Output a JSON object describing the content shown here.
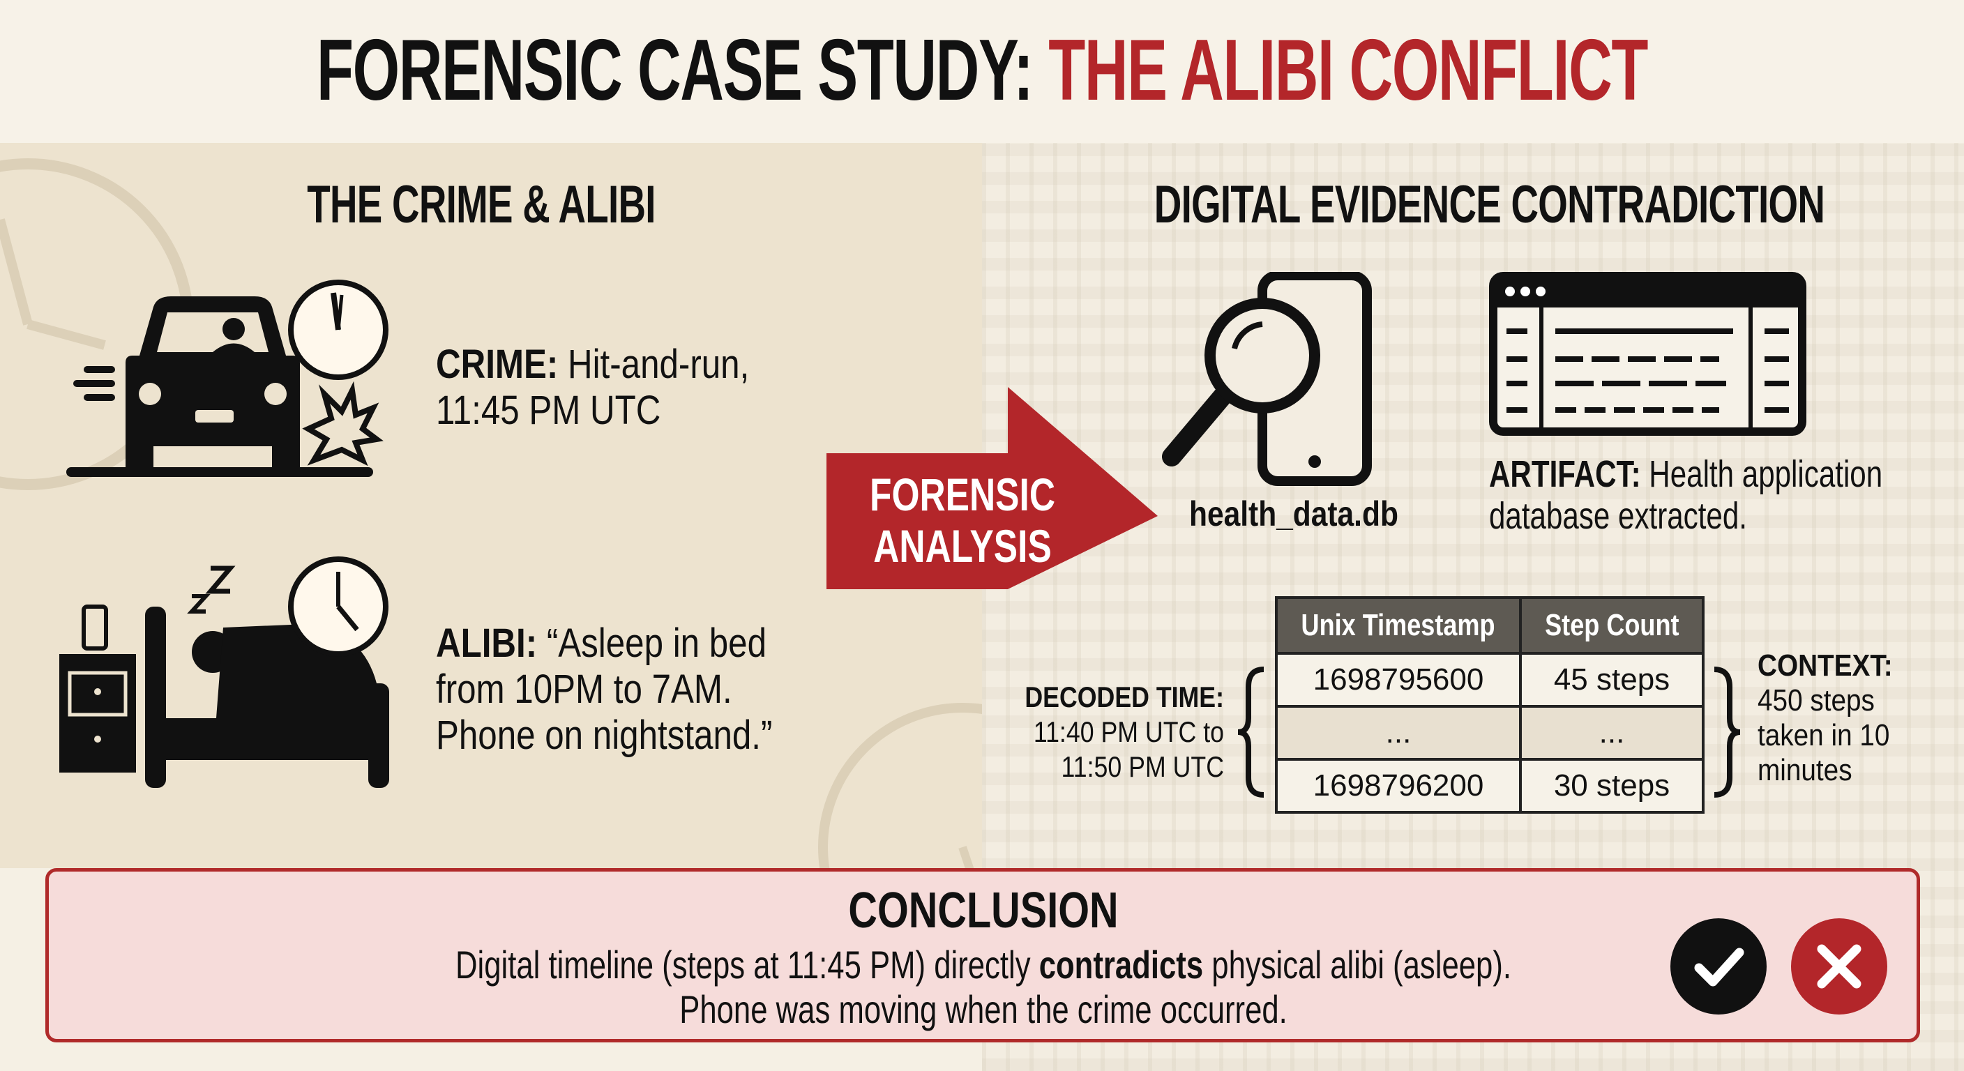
{
  "title": {
    "part1": "FORENSIC CASE STUDY:",
    "part2": "THE ALIBI CONFLICT"
  },
  "left": {
    "heading": "THE CRIME & ALIBI",
    "crime": {
      "label": "CRIME:",
      "line1": "Hit-and-run,",
      "line2": "11:45 PM UTC"
    },
    "alibi": {
      "label": "ALIBI:",
      "line1": "“Asleep in bed",
      "line2": "from 10PM to 7AM.",
      "line3": "Phone on nightstand.”"
    }
  },
  "arrow": {
    "line1": "FORENSIC",
    "line2": "ANALYSIS"
  },
  "right": {
    "heading": "DIGITAL EVIDENCE CONTRADICTION",
    "file": "health_data.db",
    "artifact": {
      "label": "ARTIFACT:",
      "line1": "Health application",
      "line2": "database extracted."
    },
    "decoded": {
      "label": "DECODED TIME:",
      "line1": "11:40 PM UTC to",
      "line2": "11:50 PM UTC"
    },
    "context": {
      "label": "CONTEXT:",
      "line1": "450 steps",
      "line2": "taken in 10",
      "line3": "minutes"
    },
    "table": {
      "headers": [
        "Unix Timestamp",
        "Step Count"
      ],
      "rows": [
        [
          "1698795600",
          "45 steps"
        ],
        [
          "...",
          "..."
        ],
        [
          "1698796200",
          "30 steps"
        ]
      ]
    }
  },
  "conclusion": {
    "heading": "CONCLUSION",
    "line1_a": "Digital timeline (steps at 11:45 PM) directly ",
    "line1_b": "contradicts",
    "line1_c": " physical alibi (asleep).",
    "line2": "Phone was moving when the crime occurred."
  },
  "colors": {
    "accent": "#b3262a",
    "panel_left": "#ede3cf",
    "panel_right": "#f3ede1",
    "conclusion_bg": "#f6dcda"
  }
}
